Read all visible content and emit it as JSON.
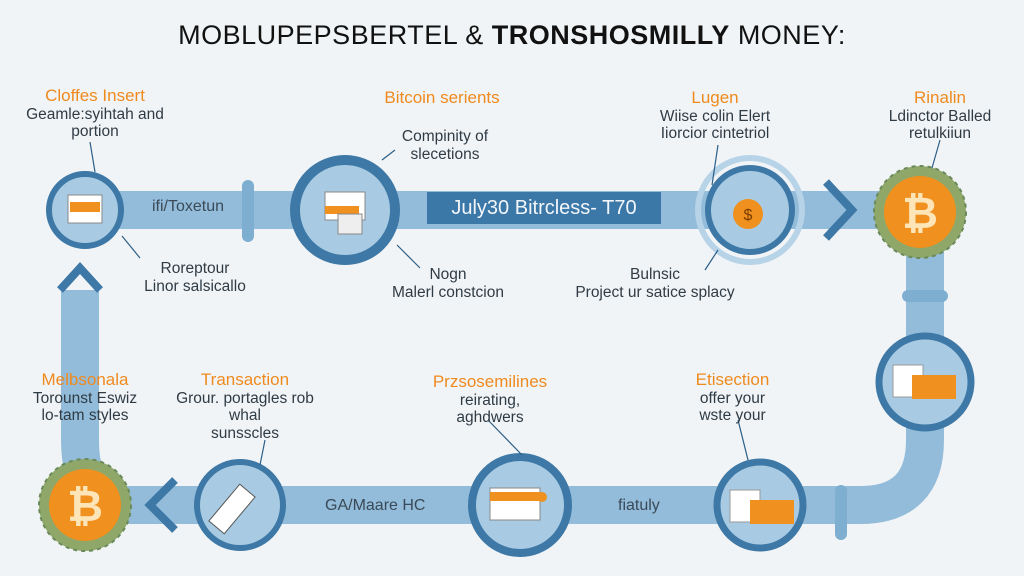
{
  "title": {
    "part1": "MOBLUPEPSBERTEL &",
    "part2": "TRONSHOSMILLY",
    "part3": "MONEY:"
  },
  "colors": {
    "pipe": "#8fb9d8",
    "ring": "#3d78a6",
    "orange": "#f0901e",
    "background": "#f1f4f6"
  },
  "top_row": [
    {
      "heading": "Cloffes Insert",
      "desc": [
        "Geamle:syihtah and",
        "portion"
      ],
      "sub": [
        "Roreptour",
        "Linor salsicallo"
      ],
      "icon": "document-icon"
    },
    {
      "heading": "Bitcoin serients",
      "desc": [
        "Compinity of",
        "slecetions"
      ],
      "sub": [
        "Nogn",
        "Malerl constcion"
      ],
      "icon": "laptop-icon"
    },
    {
      "heading": "Lugen",
      "desc": [
        "Wiise colin Elert",
        "Iiorcior cintetriol"
      ],
      "sub": [
        "Bulnsic",
        "Project ur satice splacy"
      ],
      "icon": "money-bag-icon"
    },
    {
      "heading": "Rinalin",
      "desc": [
        "Ldinctor Balled",
        "retulkiiun"
      ],
      "icon": "bitcoin-icon"
    }
  ],
  "bottom_row": [
    {
      "heading": "Melbsonala",
      "desc": [
        "Torounst Eswiz",
        "lo-tam styles"
      ],
      "icon": "bitcoin-icon"
    },
    {
      "heading": "Transaction",
      "desc": [
        "Grour. portagles rob",
        "whal",
        "sunsscles"
      ],
      "icon": "card-reader-icon"
    },
    {
      "heading": "Przsosemilines",
      "desc": [
        "reirating,",
        "aghdwers"
      ],
      "icon": "credit-card-icon"
    },
    {
      "heading": "Etisection",
      "desc": [
        "offer your",
        "wste your"
      ],
      "icon": "wallet-icon"
    }
  ],
  "pipe_labels": {
    "top_left": "ifi/Toxetun",
    "banner": "July30 Bitrcless- T70",
    "bottom_mid": "GA/Maare HC",
    "bottom_right": "fiatuly"
  }
}
